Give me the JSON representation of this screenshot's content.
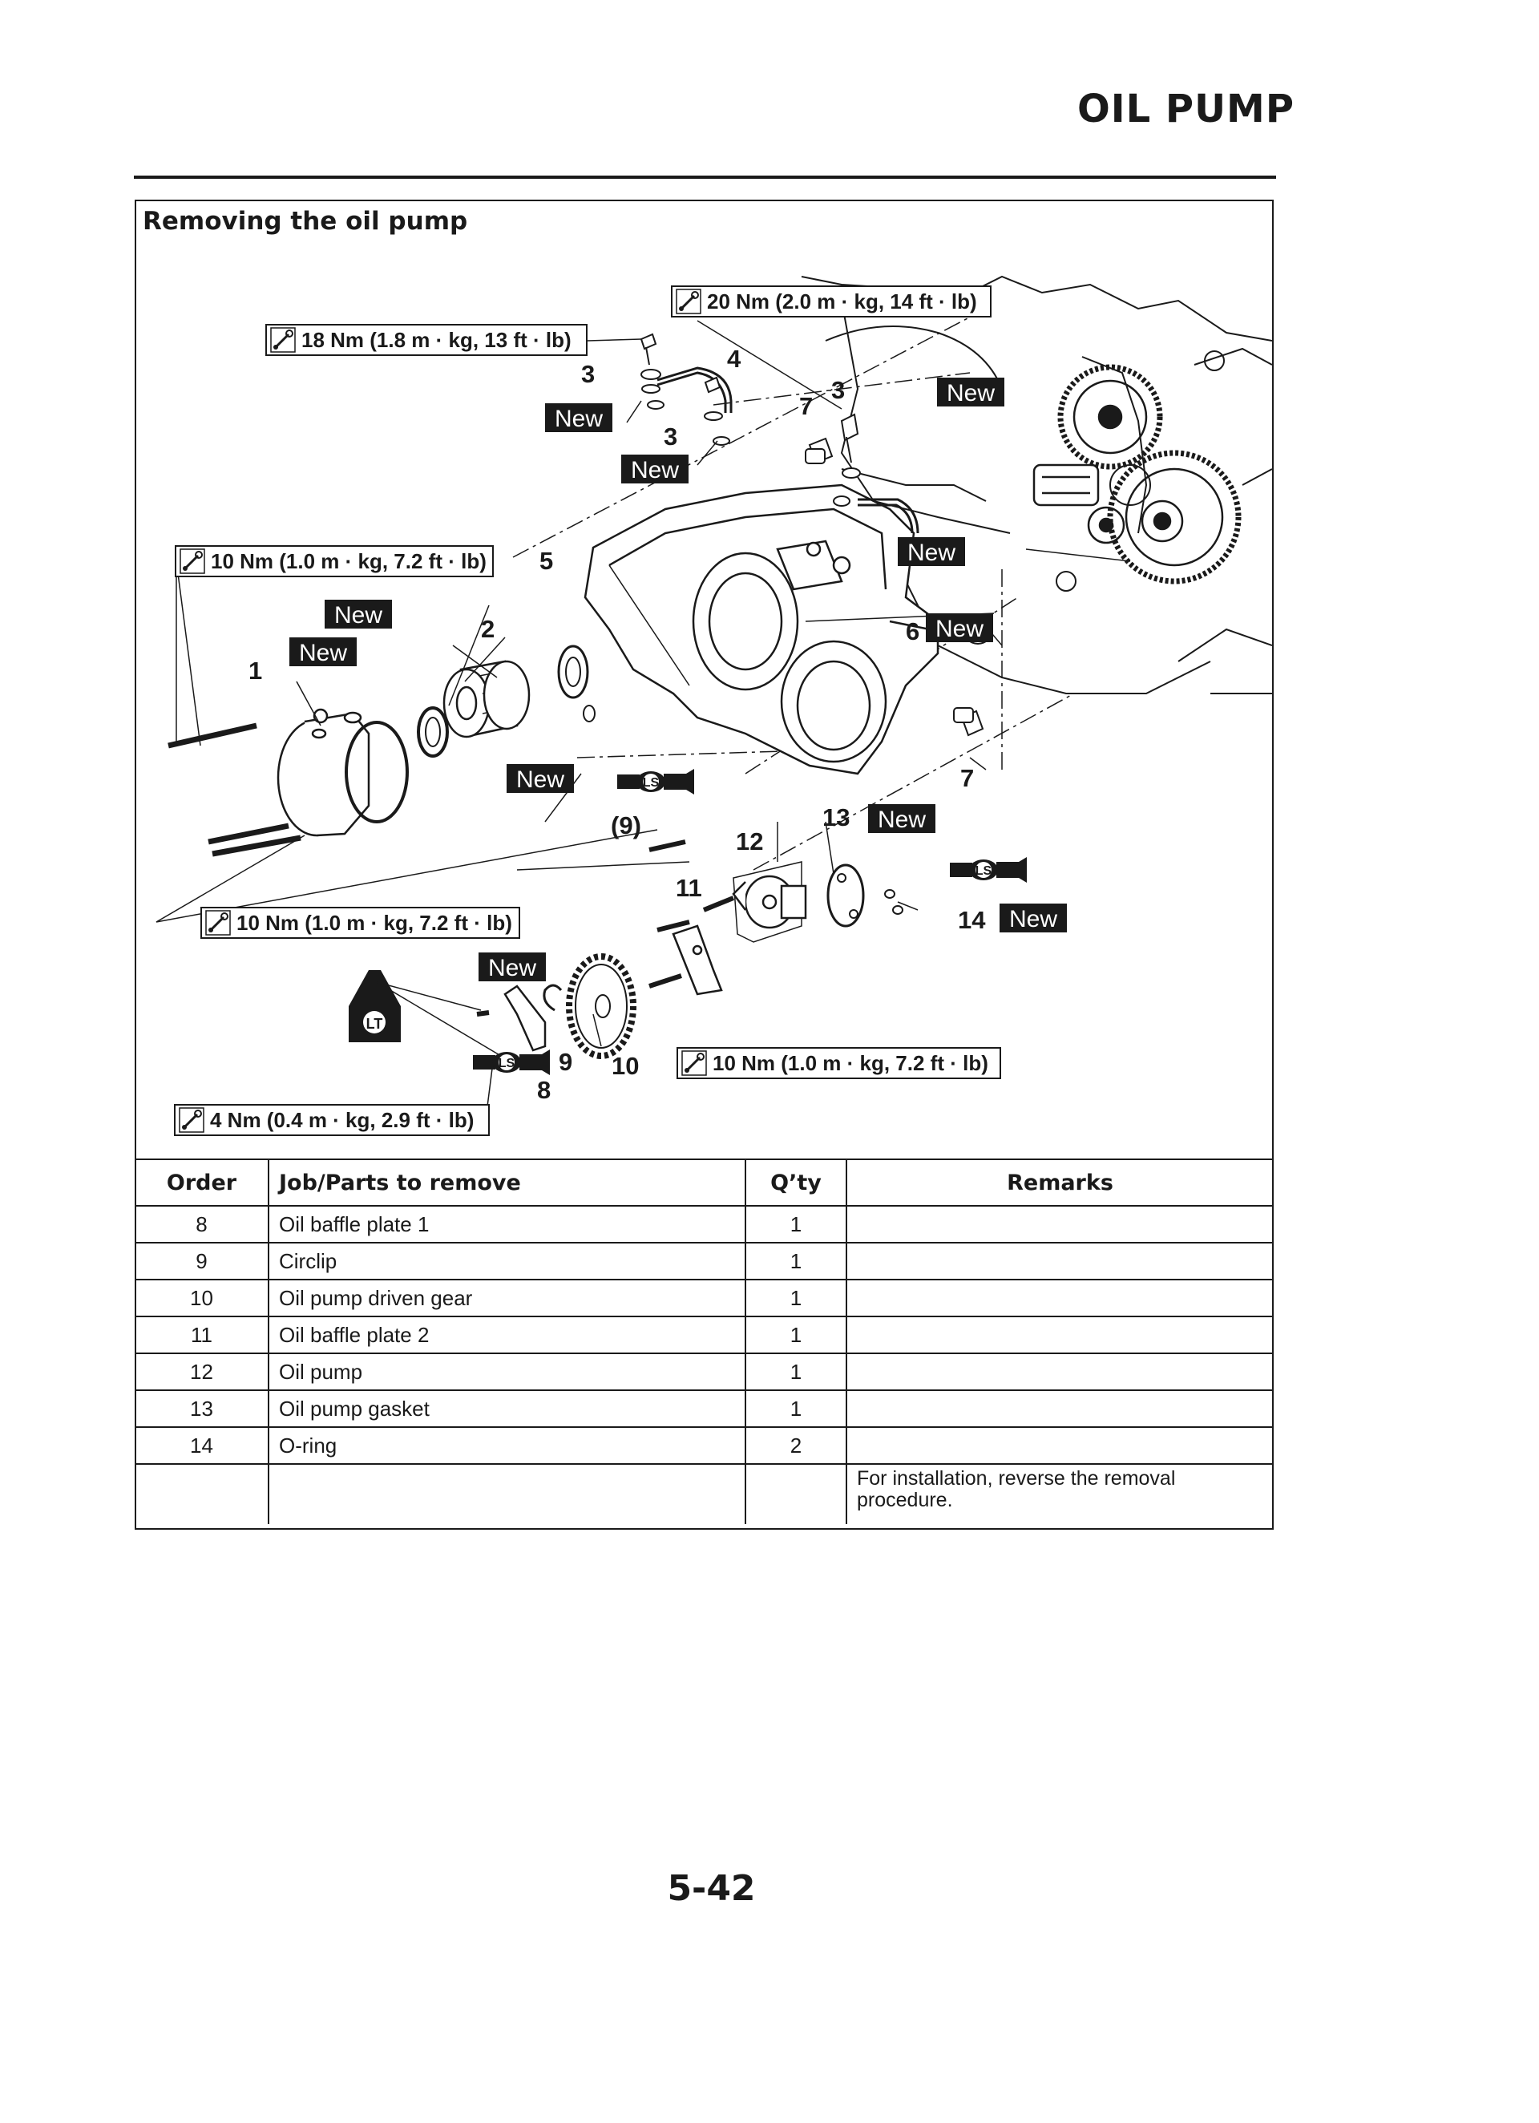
{
  "header": {
    "title": "OIL PUMP"
  },
  "section": {
    "title": "Removing the oil pump"
  },
  "diagram": {
    "torque_specs": {
      "t20": "20 Nm (2.0 m · kg, 14 ft · lb)",
      "t18": "18 Nm (1.8 m · kg, 13 ft · lb)",
      "t10a": "10 Nm (1.0 m · kg, 7.2 ft · lb)",
      "t10b": "10 Nm (1.0 m · kg, 7.2 ft · lb)",
      "t10c": "10 Nm (1.0 m · kg, 7.2 ft · lb)",
      "t4": "4 Nm (0.4 m · kg, 2.9 ft · lb)"
    },
    "new_label": "New",
    "lubricant_symbol": "LS",
    "locking_agent_symbol": "LT",
    "callouts": {
      "n1": "1",
      "n2": "2",
      "n3a": "3",
      "n3b": "3",
      "n3c": "3",
      "n4": "4",
      "n5": "5",
      "n6": "6",
      "n7a": "7",
      "n7b": "7",
      "n8": "8",
      "n9": "9",
      "n9p": "(9)",
      "n10": "10",
      "n11": "11",
      "n12": "12",
      "n13": "13",
      "n14": "14"
    }
  },
  "table": {
    "headers": {
      "order": "Order",
      "job": "Job/Parts to remove",
      "qty": "Q’ty",
      "remarks": "Remarks"
    },
    "rows": [
      {
        "order": "8",
        "job": "Oil baffle plate 1",
        "qty": "1",
        "remarks": ""
      },
      {
        "order": "9",
        "job": "Circlip",
        "qty": "1",
        "remarks": ""
      },
      {
        "order": "10",
        "job": "Oil pump driven gear",
        "qty": "1",
        "remarks": ""
      },
      {
        "order": "11",
        "job": "Oil baffle plate 2",
        "qty": "1",
        "remarks": ""
      },
      {
        "order": "12",
        "job": "Oil pump",
        "qty": "1",
        "remarks": ""
      },
      {
        "order": "13",
        "job": "Oil pump gasket",
        "qty": "1",
        "remarks": ""
      },
      {
        "order": "14",
        "job": "O-ring",
        "qty": "2",
        "remarks": ""
      }
    ],
    "footer_remarks": "For installation, reverse the removal procedure."
  },
  "footer": {
    "page_number": "5-42"
  }
}
